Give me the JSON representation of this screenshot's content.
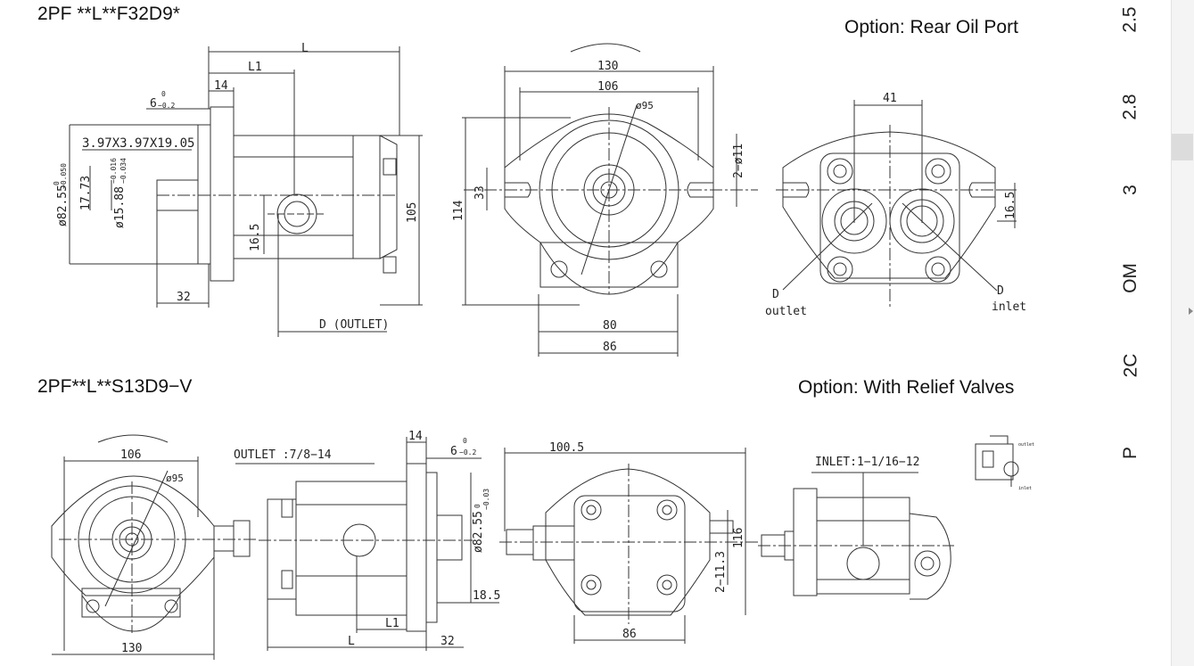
{
  "titles": {
    "model_1": "2PF **L**F32D9*",
    "model_2": "2PF**L**S13D9−V",
    "option_1": "Option: Rear Oil Port",
    "option_2": "Option: With Relief Valves"
  },
  "side_tabs": [
    "2.5",
    "2.8",
    "3",
    "OM",
    "2C",
    "P"
  ],
  "dimensions": {
    "d1": {
      "L": "L",
      "L1": "L1",
      "d14": "14",
      "d6": "6",
      "d6_tol_top": "0",
      "d6_tol_bot": "−0.2",
      "spline": "3.97X3.97X19.05",
      "d1773": "17.73",
      "d15_88": "ø15.88",
      "d15_tol": "−0.016",
      "d15_tol2": "−0.034",
      "d82_55": "ø82.55",
      "d82_tol": "−0.050",
      "d82_tol2": "0",
      "d16_5": "16.5",
      "d32": "32",
      "d105": "105",
      "outlet": "D (OUTLET)"
    },
    "d2": {
      "d130": "130",
      "d106": "106",
      "d95": "ø95",
      "d114": "114",
      "d33": "33",
      "d2_11": "2−ø11",
      "d80": "80",
      "d86": "86"
    },
    "d3": {
      "d41": "41",
      "d16_5": "16.5",
      "outlet_D": "D",
      "outlet": "outlet",
      "inlet_D": "D",
      "inlet": "inlet"
    },
    "d4": {
      "d106": "106",
      "d95": "ø95",
      "d130": "130"
    },
    "d5": {
      "outlet": "OUTLET :7/8−14",
      "d14": "14",
      "d6": "6",
      "d6_tol_top": "0",
      "d6_tol_bot": "−0.2",
      "d82_55": "ø82.55",
      "d82_tol": "−0.03",
      "d82_tol2": "0",
      "d18_5": "18.5",
      "L1": "L1",
      "L": "L",
      "d32": "32"
    },
    "d6": {
      "d100_5": "100.5",
      "d116": "116",
      "d2_11_3": "2−11.3",
      "d86": "86"
    },
    "d7": {
      "inlet": "INLET:1−1/16−12",
      "circuit_out": "outlet",
      "circuit_in": "inlet"
    }
  }
}
